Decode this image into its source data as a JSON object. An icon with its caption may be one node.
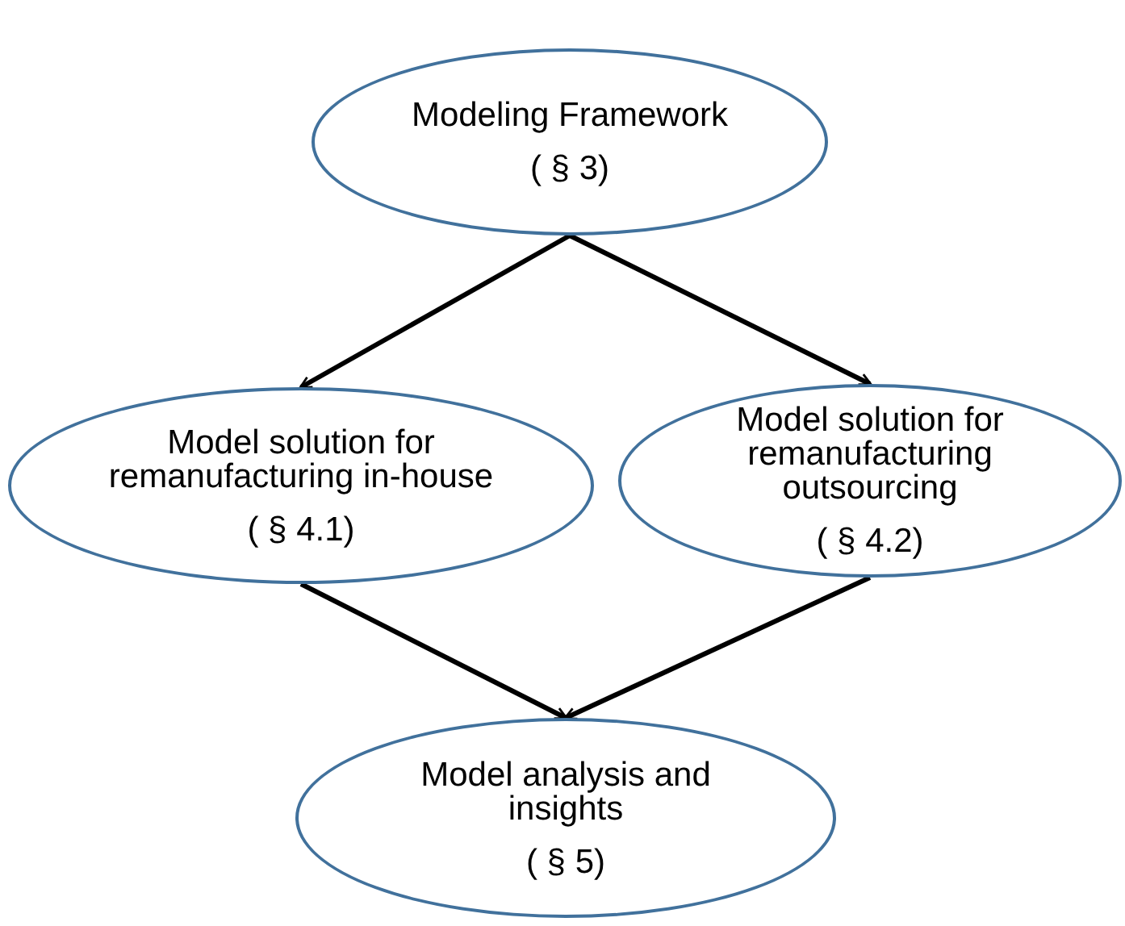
{
  "diagram": {
    "nodes": [
      {
        "text": [
          "Modeling Framework",
          "( § 3)"
        ]
      },
      {
        "text": [
          "Model solution for remanufacturing in-house",
          "( § 4.1)"
        ]
      },
      {
        "text": [
          "Model solution for remanufacturing outsourcing",
          "( § 4.2)"
        ]
      },
      {
        "text": [
          "Model analysis and insights",
          "( § 5)"
        ]
      }
    ],
    "edges": [
      {
        "from": 0,
        "to": 1,
        "arrow": "to"
      },
      {
        "from": 0,
        "to": 2,
        "arrow": "to"
      },
      {
        "from": 1,
        "to": 3,
        "arrow": "to"
      },
      {
        "from": 2,
        "to": 3,
        "arrow": "to"
      }
    ]
  }
}
